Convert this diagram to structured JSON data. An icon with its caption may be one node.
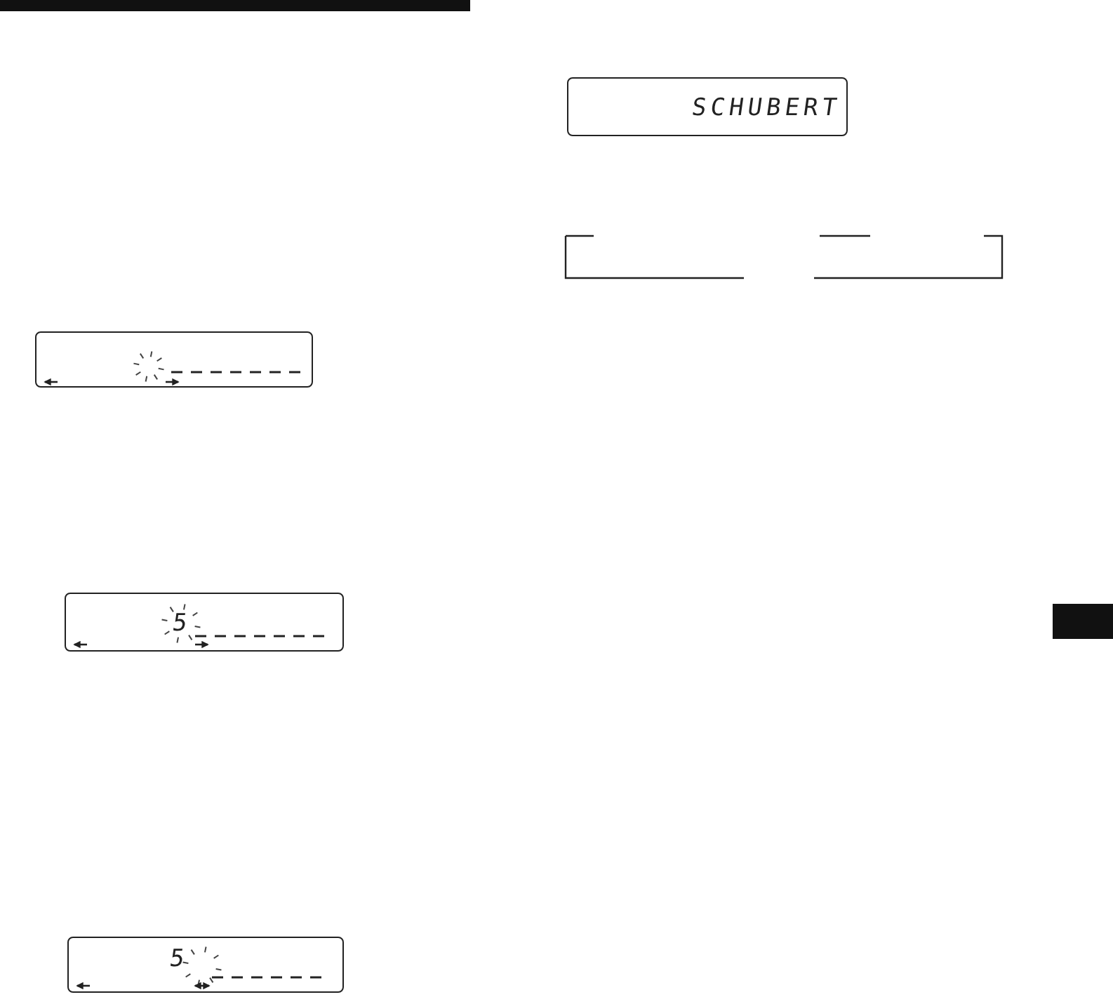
{
  "diagram": {
    "nodes": [
      {
        "text": [],
        "shape": "box"
      },
      {
        "text": [
          "5"
        ]
      },
      {
        "text": [
          "5"
        ]
      },
      {
        "text": [
          "SCHUBERT"
        ]
      }
    ]
  }
}
